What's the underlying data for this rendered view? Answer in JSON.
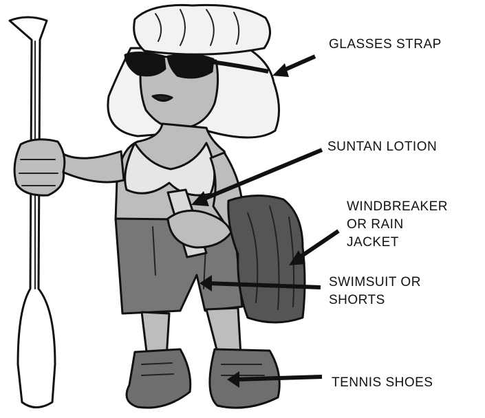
{
  "labels": {
    "glasses_strap": "GLASSES STRAP",
    "suntan_lotion": "SUNTAN LOTION",
    "windbreaker": [
      "WINDBREAKER",
      "OR RAIN",
      "JACKET"
    ],
    "swimsuit": [
      "SWIMSUIT OR",
      "SHORTS"
    ],
    "tennis_shoes": "TENNIS SHOES"
  },
  "colors": {
    "skin": "#bdbdbd",
    "shorts": "#777777",
    "jacket": "#555555",
    "hair": "#f2f2f2",
    "shoes": "#6e6e6e",
    "ink": "#111111"
  }
}
